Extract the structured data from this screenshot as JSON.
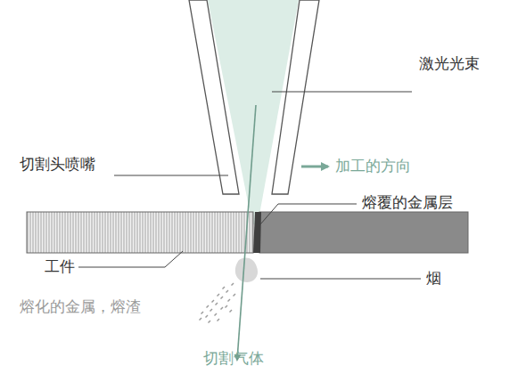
{
  "diagram": {
    "labels": [
      "激光光束",
      "切割头喷嘴",
      "加工的方向",
      "熔覆的金属层",
      "工件",
      "烟",
      "熔化的金属，熔渣",
      "切割气体"
    ]
  }
}
